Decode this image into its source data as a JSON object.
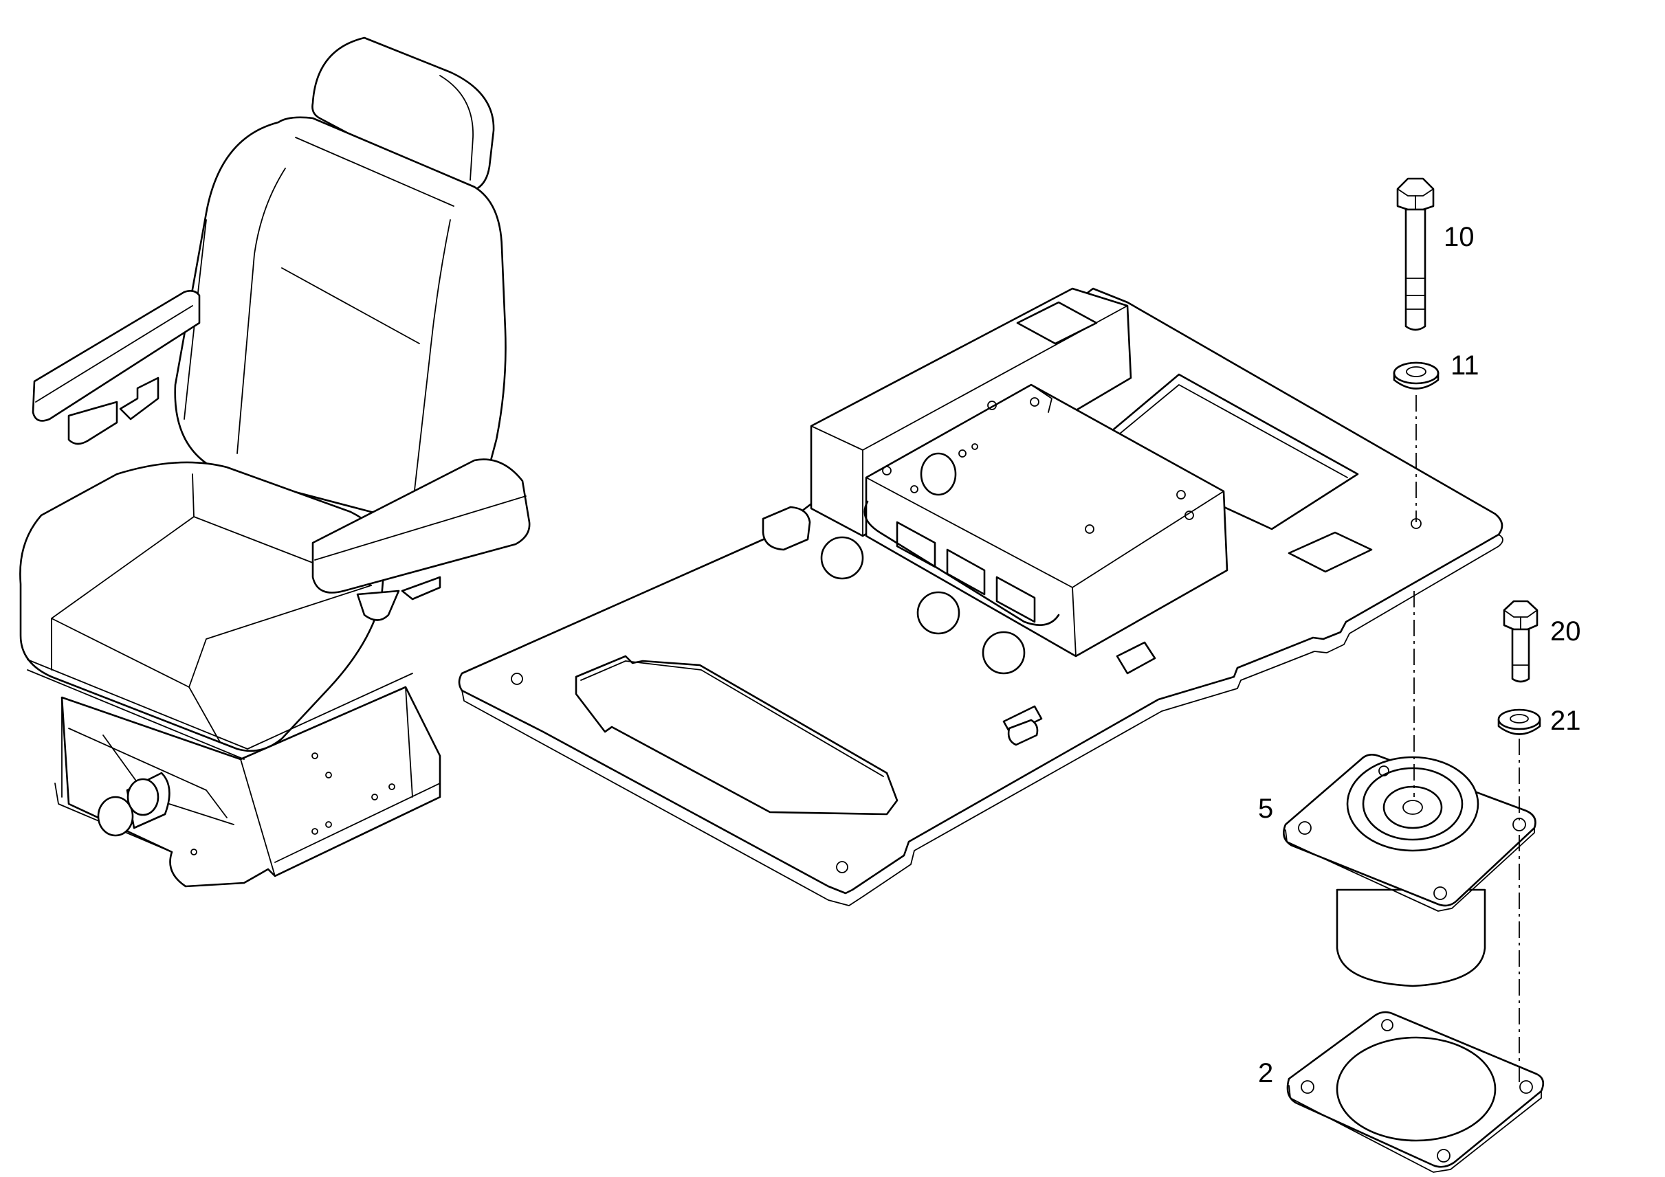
{
  "diagram": {
    "callouts": [
      {
        "id": "10",
        "label": "10"
      },
      {
        "id": "11",
        "label": "11"
      },
      {
        "id": "20",
        "label": "20"
      },
      {
        "id": "21",
        "label": "21"
      },
      {
        "id": "5",
        "label": "5"
      },
      {
        "id": "2",
        "label": "2"
      }
    ],
    "colors": {
      "line": "#000000",
      "background": "#ffffff"
    }
  }
}
